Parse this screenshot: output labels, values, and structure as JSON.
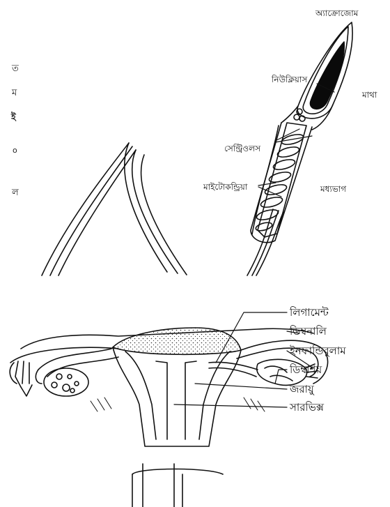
{
  "sperm_diagram": {
    "labels": {
      "acrosome": "অ্যাক্রোজোম",
      "nucleus": "নিউক্লিয়াস",
      "head": "মাথা",
      "centrioles": "সেন্ট্রিওলস",
      "mitochondria": "মাইটোকন্ড্রিয়া",
      "middle_piece": "মধ্যভাগ"
    },
    "margin_fragments": [
      "ত",
      "ম",
      "ই",
      "o",
      "ল"
    ]
  },
  "uterus_diagram": {
    "labels": {
      "ligament": "লিগামেন্ট",
      "oviduct": "ডিম্বনালি",
      "infundibulum": "ইনফান্ডিবুলাম",
      "ovary": "ডিম্বাশয়",
      "uterus": "জরায়ু",
      "cervix": "সারভিক্স"
    }
  }
}
